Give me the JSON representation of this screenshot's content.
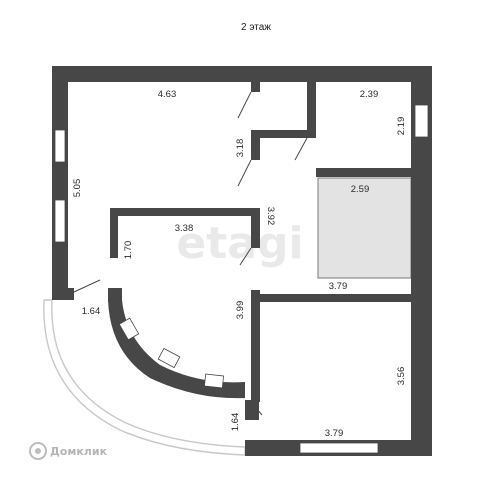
{
  "title": "2 этаж",
  "watermark": "etagi",
  "brand": "Домклик",
  "dimensions": {
    "top_left_width": "4.63",
    "top_right_width": "2.39",
    "top_right_height": "2.19",
    "closet_height": "3.18",
    "left_height": "5.05",
    "mid_room_width": "3.38",
    "mid_room_height": "1.70",
    "corridor_height": "3.92",
    "stair_width": "2.59",
    "stair_bottom": "3.79",
    "bottom_right_height": "3.56",
    "bottom_width": "3.79",
    "corridor_lower_height": "3.99",
    "balcony_width": "1.64",
    "balcony_height": "1.64"
  },
  "colors": {
    "wall": "#474747",
    "stair_fill": "#e3e3e3",
    "window": "#ffffff",
    "balcony_line": "#c8c8c8"
  }
}
